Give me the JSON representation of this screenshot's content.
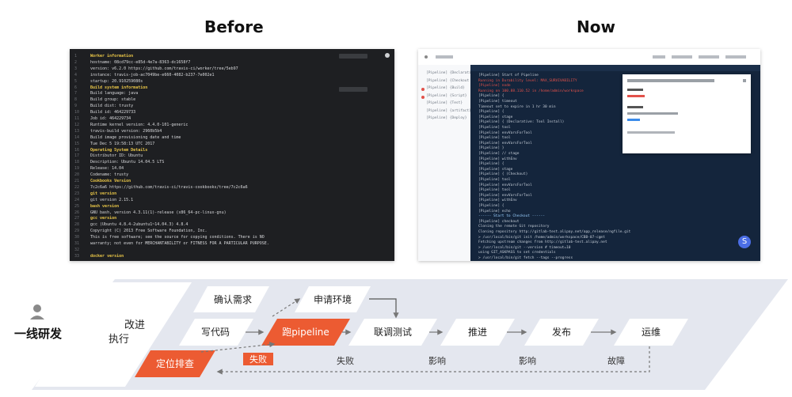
{
  "headings": {
    "before": "Before",
    "now": "Now"
  },
  "colors": {
    "accent": "#ec5b32",
    "terminal_bg": "#1e1f22",
    "now_bg": "#14253c",
    "band": "#e4e7ef",
    "badge": "#4b6ee6"
  },
  "before_log": [
    "Worker information",
    "hostname: 08cd79cc-e85d-4e7a-8363-dc1658f7",
    "version: v6.2.0 https://github.com/travis-ci/worker/tree/5eb97",
    "instance: travis-job-ac7049be-e660-4082-b237-7e002e1",
    "startup: 20.910259080s",
    "Build system information",
    "Build language: java",
    "Build group: stable",
    "Build dist: trusty",
    "Build id: 464229733",
    "Job id: 464229734",
    "Runtime kernel version: 4.4.0-101-generic",
    "travis-build version: 2960b5b4",
    "Build image provisioning date and time",
    "Tue Dec  5 19:58:13 UTC 2017",
    "Operating System Details",
    "Distributor ID:  Ubuntu",
    "Description:     Ubuntu 14.04.5 LTS",
    "Release:         14.04",
    "Codename:        trusty",
    "Cookbooks Version",
    "7c2c6a6 https://github.com/travis-ci/travis-cookbooks/tree/7c2c6a6",
    "git version",
    "git version 2.15.1",
    "bash version",
    "GNU bash, version 4.3.11(1)-release (x86_64-pc-linux-gnu)",
    "gcc version",
    "gcc (Ubuntu 4.8.4-2ubuntu1~14.04.3) 4.8.4",
    "Copyright (C) 2013 Free Software Foundation, Inc.",
    "This is free software; see the source for copying conditions.  There is NO",
    "warranty; not even for MERCHANTABILITY or FITNESS FOR A PARTICULAR PURPOSE.",
    "",
    "docker version"
  ],
  "now_screen": {
    "sidebar": [
      "[Pipeline] {Declarative",
      "[Pipeline] {Checkout",
      "[Pipeline] {Build}",
      "[Pipeline] {Script}",
      "[Pipeline] {Test}",
      "[Pipeline] {artifact}",
      "[Pipeline] {Deploy}"
    ],
    "log": [
      "[Pipeline] Start of Pipeline",
      "Running in Durability level: MAX_SURVIVABILITY",
      "[Pipeline] node",
      "Running on 100.88.110.52 in /home/admin/workspace",
      "[Pipeline] {",
      "[Pipeline] timeout",
      "Timeout set to expire in 1 hr 30 min",
      "[Pipeline] {",
      "[Pipeline] stage",
      "[Pipeline] { (Declarative: Tool Install)",
      "[Pipeline] tool",
      "[Pipeline] envVarsForTool",
      "[Pipeline] tool",
      "[Pipeline] envVarsForTool",
      "[Pipeline] }",
      "[Pipeline] // stage",
      "[Pipeline] withEnv",
      "[Pipeline] {",
      "[Pipeline] stage",
      "[Pipeline] { (Checkout)",
      "[Pipeline] tool",
      "[Pipeline] envVarsForTool",
      "[Pipeline] tool",
      "[Pipeline] envVarsForTool",
      "[Pipeline] withEnv",
      "[Pipeline] {",
      "[Pipeline] echo",
      "------ Start to Checkout ------",
      "[Pipeline] checkout",
      "Cloning the remote Git repository",
      "Cloning repository http://gitlab-test.alipay.net/app_release/ngfile.git",
      " > /usr/local/bin/git init /home/admin/workspace/CBB-07-cgmt",
      "Fetching upstream changes from http://gitlab-test.alipay.net",
      " > /usr/local/bin/git --version # timeout=10",
      "using GIT_ASKPASS to set credentials",
      " > /usr/local/bin/git fetch --tags --progress"
    ]
  },
  "diagram": {
    "actor": "一线研发",
    "improve": [
      "改进",
      "执行"
    ],
    "nodes": {
      "confirm": "确认需求",
      "apply": "申请环境",
      "code": "写代码",
      "pipeline": "跑pipeline",
      "integrate": "联调测试",
      "advance": "推进",
      "release": "发布",
      "ops": "运维",
      "locate": "定位排查"
    },
    "labels": {
      "fail_primary": "失败",
      "fail_secondary": "失败",
      "impact1": "影响",
      "impact2": "影响",
      "fault": "故障"
    }
  }
}
